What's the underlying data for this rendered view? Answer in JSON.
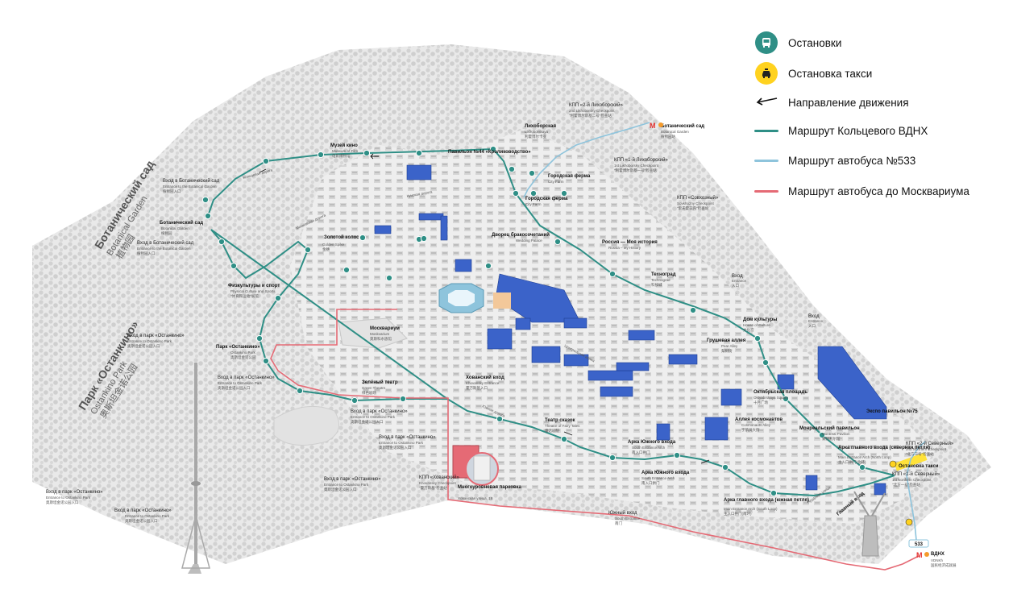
{
  "legend": {
    "items": [
      {
        "id": "stops",
        "label": "Остановки",
        "icon": "bus-stop-icon",
        "color": "#2f8f86"
      },
      {
        "id": "taxi",
        "label": "Остановка такси",
        "icon": "taxi-icon",
        "color": "#ffd21f"
      },
      {
        "id": "direction",
        "label": "Направление движения",
        "icon": "direction-arrow-icon",
        "color": "#111111"
      },
      {
        "id": "ring-route",
        "label": "Маршрут Кольцевого ВДНХ",
        "icon": "line",
        "color": "#2f8f86"
      },
      {
        "id": "bus533",
        "label": "Маршрут автобуса №533",
        "icon": "line",
        "color": "#8ec4dc"
      },
      {
        "id": "moskvarium-bus",
        "label": "Маршрут автобуса до Москвариума",
        "icon": "line",
        "color": "#e56a75"
      }
    ]
  },
  "colors": {
    "ring_route": "#2f8f86",
    "bus533": "#8ec4dc",
    "moskvarium_bus": "#e56a75",
    "highlight_building": "#3b63c9",
    "taxi_zone": "#ffe23a",
    "metro": "#e2312f"
  },
  "map": {
    "areas": {
      "botanical_ru": "Ботанический сад",
      "botanical_en": "Botanical Garden",
      "botanical_cn": "植物园",
      "ostankino_ru": "Парк «Останкино»",
      "ostankino_en": "Ostankino Park",
      "ostankino_cn": "奥斯坦金诺公园"
    },
    "roads": {
      "koltsevaya": "Кольцевая дорога",
      "kunskaya": "Кунская дорога",
      "moskovskaya": "Московская дорога",
      "prudovaya": "Прудовая улица",
      "yuzhnaya": "Южная дорога",
      "tsentralnaya": "Центральная аллея"
    },
    "labels": {
      "pavilion44": "Павильон №44 «Кролиководство»",
      "museum_kino": "Музей кино",
      "museum_kino_en": "Museum of Film",
      "museum_kino_cn": "电影博物馆",
      "likhoborskaya": "Лихоборская",
      "likhoborskaya_en": "Likhoborskaya",
      "likhoborskaya_cn": "利霍博尔卡亚",
      "kpp2_likh": "КПП «2-й Лихоборский»",
      "kpp2_likh_en": "2nd Likhoborsky Checkpoint",
      "kpp2_likh_cn": "\"利霍博尔斯基二号\"检查站",
      "botanical_station": "Ботанический сад",
      "botanical_station_en": "Botanical Garden",
      "botanical_station_cn": "植物园站",
      "kpp1_likh": "КПП «1-й Лихоборский»",
      "kpp1_likh_en": "1st Likhoborsky Checkpoint",
      "kpp1_likh_cn": "\"利霍博尔斯基一号\"检查站",
      "gorodskaya_ferma": "Городская ферма",
      "gorodskaya_ferma_en": "City Farm",
      "gorodskaya_ferma_cn": "城市农场",
      "kpp_sovkhozny": "КПП «Совхозный»",
      "kpp_sovkhozny_en": "Sovkhozny Checkpoint",
      "kpp_sovkhozny_cn": "\"索夫霍兹内\"检查站",
      "entrance_botanical": "Вход в Ботанический сад",
      "entrance_botanical_en": "Entrance to the Botanical Garden",
      "entrance_botanical_cn": "植物园入口",
      "botanical_stop": "Ботанический сад",
      "botanical_stop_en": "Botanical Garden",
      "botanical_stop_cn": "植物园",
      "zolotoy_kolos": "Золотой колос",
      "zolotoy_kolos_en": "Golden Spike",
      "zolotoy_kolos_cn": "金穗",
      "dvorets": "Дворец бракосочетаний",
      "dvorets_en": "Wedding Palace",
      "rossiya": "Россия — Моя история",
      "rossiya_en": "Russia – My History",
      "technograd": "Техноград",
      "technograd_en": "Technograd",
      "technograd_cn": "科技城",
      "entrance": "Вход",
      "entrance_en": "Entrance",
      "entrance_cn": "入口",
      "fizkultura": "Физкультуры и спорт",
      "fizkultura_en": "Physical Culture and Sports",
      "fizkultura_cn": "\"体育和运动\"展馆",
      "moskvarium": "Москвариум",
      "moskvarium_en": "Moskvarium",
      "moskvarium_cn": "莫斯科水族馆",
      "park_ostankino": "Парк «Останкино»",
      "park_ostankino_en": "Ostankino Park",
      "park_ostankino_cn": "奥斯坦金诺公园",
      "entrance_ostankino": "Вход в парк «Останкино»",
      "entrance_ostankino_en": "Entrance to Ostankino Park",
      "entrance_ostankino_cn": "奥斯坦金诺公园入口",
      "zeleny_teatr": "Зелёный театр",
      "zeleny_teatr_en": "Green Theatre",
      "zeleny_teatr_cn": "绿色剧场",
      "khovansky_vkhod": "Хованский вход",
      "khovansky_vkhod_en": "Khovansky Entrance",
      "khovansky_vkhod_cn": "霍万斯基入口",
      "dom_kultury": "Дом культуры",
      "dom_kultury_en": "House of Culture",
      "dom_kultury_cn": "文化宫",
      "grushevaya": "Грушевая аллея",
      "grushevaya_en": "Pear Alley",
      "grushevaya_cn": "梨树街",
      "oktyabrskaya": "Октябрьская площадь",
      "oktyabrskaya_en": "Oktyabrskaya Square",
      "oktyabrskaya_cn": "十月广场",
      "teatr_skazok": "Театр сказок",
      "teatr_skazok_en": "Theatre of Fairy Tales",
      "teatr_skazok_cn": "童话剧院",
      "alleya_kosm": "Аллея космонавтов",
      "alleya_kosm_en": "Cosmonauts Alley",
      "alleya_kosm_cn": "宇航员大街",
      "montreal": "Монреальский павильон",
      "montreal_en": "Montreal Pavilion",
      "montreal_cn": "蒙特利尔馆",
      "expo75": "Экспо павильон №75",
      "arka_severnaya": "Арка главного входа (северная петля)",
      "arka_severnaya_en": "Main Entrance Arch (North Loop)",
      "arka_severnaya_cn": "主入口拱门(北环)",
      "kpp2_severny": "КПП «2-й Северный»",
      "kpp2_severny_en": "2nd Northern Checkpoint",
      "kpp2_severny_cn": "\"北方二号\"检查站",
      "ostanovka_taksi": "Остановка такси",
      "kpp1_severny": "КПП «1-й Северный»",
      "kpp1_severny_en": "1st Northern Checkpoint",
      "kpp1_severny_cn": "\"北方一号\"检查站",
      "arka_yuzhnogo": "Арка Южного входа",
      "arka_yuzhnogo_en": "South Entrance Arch",
      "arka_yuzhnogo_cn": "南入口拱门",
      "arka_yuzhnaya_petlya": "Арка главного входа (южная петля)",
      "arka_yuzhnaya_petlya_en": "Main Entrance Arch (South Loop)",
      "arka_yuzhnaya_petlya_cn": "主入口拱门(南环)",
      "glavny_vkhod": "Главный вход",
      "yuzhny_vkhod": "Южный вход",
      "yuzhny_vkhod_en": "South Entrance",
      "yuzhny_vkhod_cn": "南门",
      "kpp_khovansky": "КПП «Хованский»",
      "kpp_khovansky_en": "Khovansky Checkpoint",
      "kpp_khovansky_cn": "\"霍万斯基\"检查站",
      "parking": "Многоуровневая парковка",
      "parking_addr": "Хованская улица, 18",
      "vdnh": "ВДНХ",
      "vdnh_en": "VDNKh",
      "vdnh_cn": "国民经济成就展",
      "bus_533": "533"
    }
  }
}
